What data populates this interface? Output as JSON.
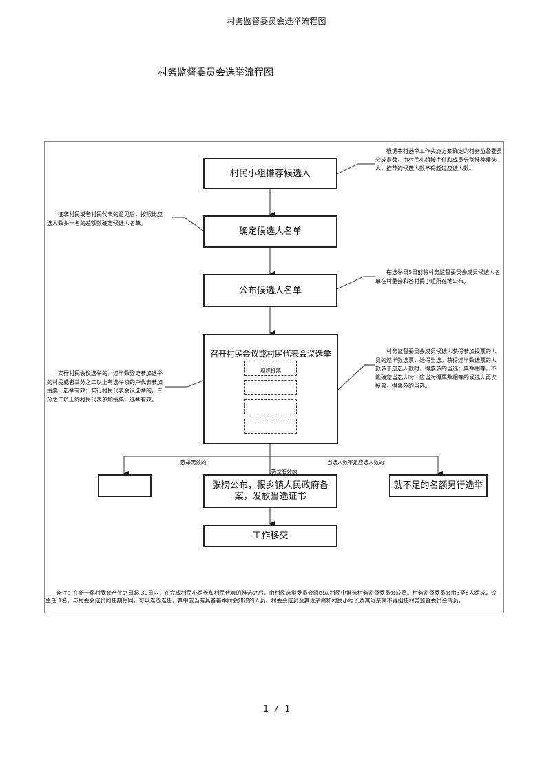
{
  "page": {
    "header_title": "村务监督委员会选举流程图",
    "doc_title": "村务监督委员会选举流程图",
    "page_number": "1 / 1"
  },
  "flowchart": {
    "steps": [
      {
        "label": "村民小组推荐候选人"
      },
      {
        "label": "确定候选人名单"
      },
      {
        "label": "公布候选人名单"
      },
      {
        "label": "召开村民会议或村民代表会议选举",
        "sub_steps": [
          "组织投票",
          "",
          "",
          ""
        ]
      },
      {
        "label": "张榜公布，报乡镇人民政府备案，发放当选证书"
      },
      {
        "label": "工作移交"
      }
    ],
    "branches": {
      "invalid": {
        "label": "选举无效的",
        "target": ""
      },
      "valid": {
        "label": "选举有效的"
      },
      "insufficient": {
        "label": "当选人数不足应选人数的",
        "target": "就不足的名额另行选举"
      }
    },
    "notes": {
      "step1": "根据本村选举工作实施方案确定的村务监督委员会成员数，由村民小组按主任和成员分别推荐候选人，推荐的候选人数不得超过应选人数。",
      "step2": "征求村民或者村民代表的意见后，按照比应选人数多一名的差额数确定候选人名单。",
      "step3": "在选举日5日前将村务监督委员会成员候选人名单在村委会和各村民小组所在地公布。",
      "step4_left": "实行村民会议选举的，过半数登记参加选举的村民或者三分之二以上有选举权的户代表参加投票，选举有效；实行村民代表会议选举的，三分之二以上的村民代表参加投票，选举有效。",
      "step4_right": "村务监督委员会成员候选人获得参加投票的人员的过半数选票，始得当选。获得过半数选票的人数多于应选人数时，得票多的当选；票数相等，不能确定当选人时，应当对得票数相等的候选人再次投票，得票多的当选。"
    },
    "footnote": "备注：在新一届村委会产生之日起 30日内，在完成村民小组长和村民代表的推选之后，由村民选举委员会组织从村民中推选村务监督委员会成员。村务监督委员会由3至5人组成，设主任 1名，与村委会成员的任期相同，可以连选连任，其中应当有具备基本财会知识的人员。村委会成员及其近亲属和村民小组长及其近亲属不得担任村务监督委员会成员。"
  }
}
